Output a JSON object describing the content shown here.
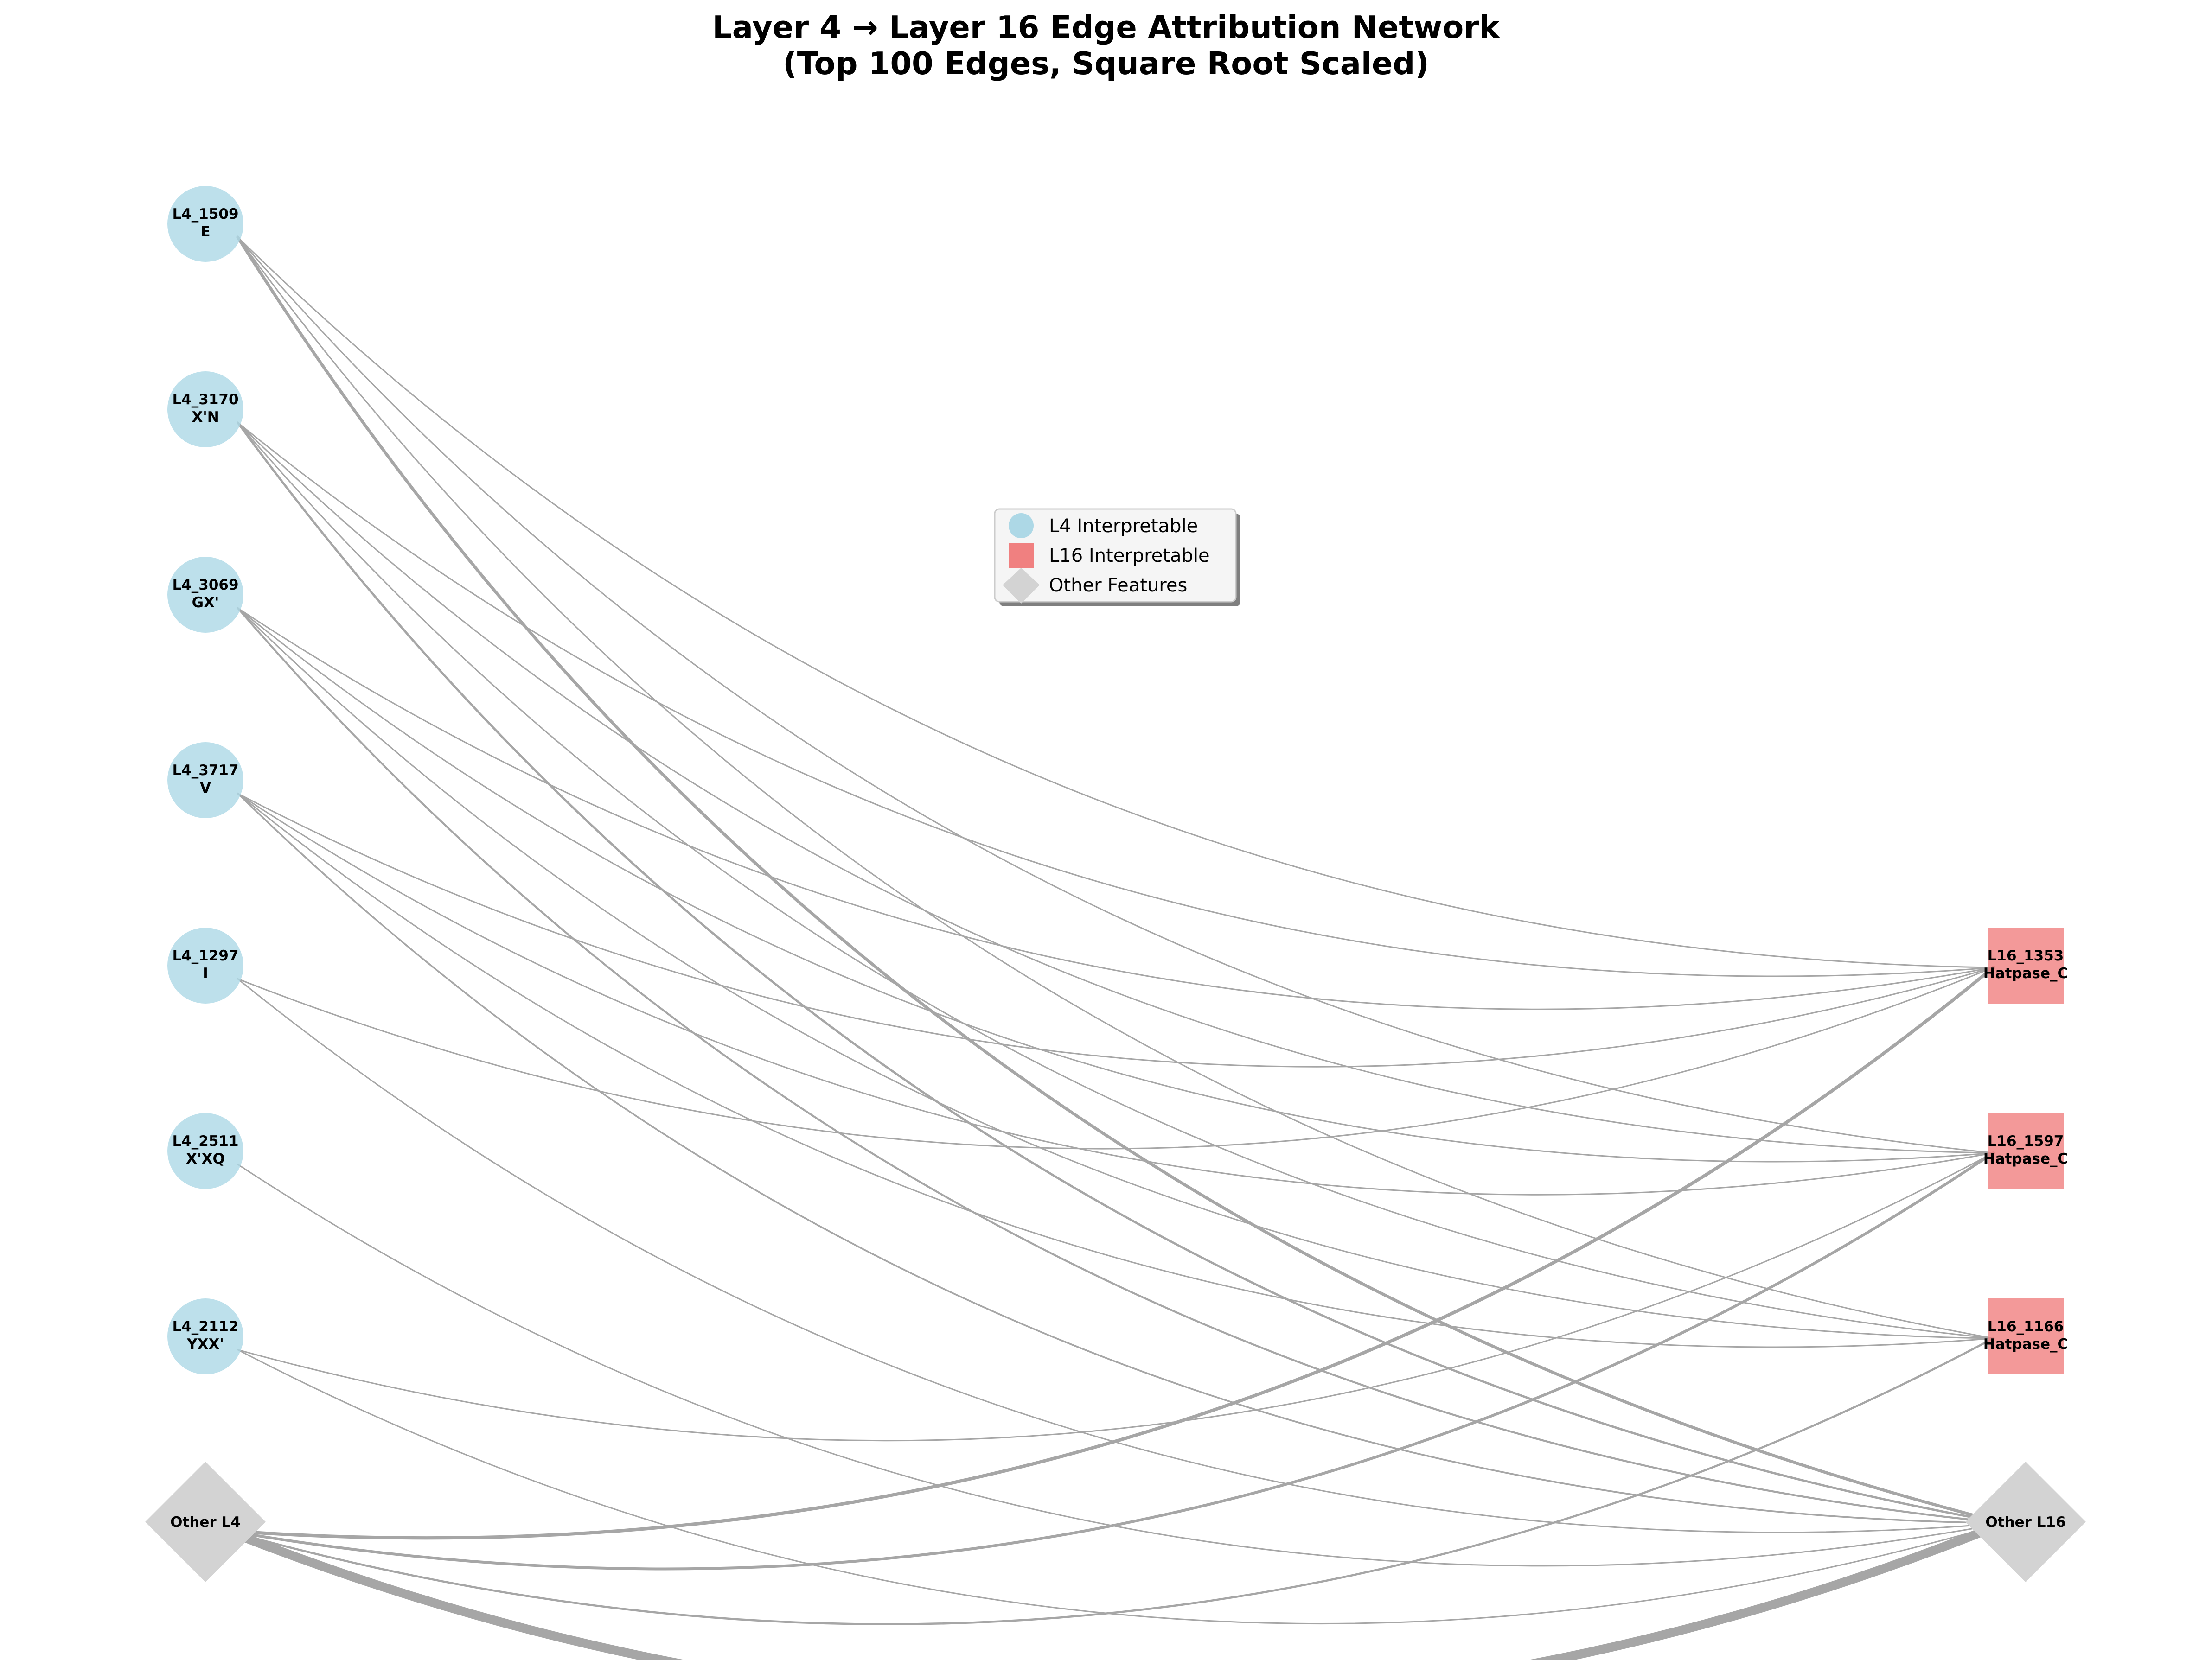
{
  "title": {
    "line1": "Layer 4 → Layer 16 Edge Attribution Network",
    "line2": "(Top 100 Edges, Square Root Scaled)"
  },
  "colors": {
    "l4_interpretable": "#add8e6",
    "l16_interpretable": "#f08080",
    "other": "#d3d3d3",
    "edge": "#a6a6a6"
  },
  "legend": {
    "items": [
      {
        "id": "l4",
        "label": "L4 Interpretable",
        "shape": "circle"
      },
      {
        "id": "l16",
        "label": "L16 Interpretable",
        "shape": "square"
      },
      {
        "id": "other",
        "label": "Other Features",
        "shape": "diamond"
      }
    ]
  },
  "source_nodes": [
    {
      "id": "L4_1509",
      "name": "L4_1509",
      "sub": "E",
      "type": "l4"
    },
    {
      "id": "L4_3170",
      "name": "L4_3170",
      "sub": "X'N",
      "type": "l4"
    },
    {
      "id": "L4_3069",
      "name": "L4_3069",
      "sub": "GX'",
      "type": "l4"
    },
    {
      "id": "L4_3717",
      "name": "L4_3717",
      "sub": "V",
      "type": "l4"
    },
    {
      "id": "L4_1297",
      "name": "L4_1297",
      "sub": "I",
      "type": "l4"
    },
    {
      "id": "L4_2511",
      "name": "L4_2511",
      "sub": "X'XQ",
      "type": "l4"
    },
    {
      "id": "L4_2112",
      "name": "L4_2112",
      "sub": "YXX'",
      "type": "l4"
    },
    {
      "id": "Other_L4",
      "name": "Other L4",
      "sub": "",
      "type": "other"
    }
  ],
  "target_nodes": [
    {
      "id": "L16_1353",
      "name": "L16_1353",
      "sub": "Hatpase_C",
      "type": "l16"
    },
    {
      "id": "L16_1597",
      "name": "L16_1597",
      "sub": "Hatpase_C",
      "type": "l16"
    },
    {
      "id": "L16_1166",
      "name": "L16_1166",
      "sub": "Hatpase_C",
      "type": "l16"
    },
    {
      "id": "Other_L16",
      "name": "Other L16",
      "sub": "",
      "type": "other"
    }
  ],
  "edges": [
    {
      "source": "L4_1509",
      "target": "L16_1353",
      "weight": 1.0
    },
    {
      "source": "L4_1509",
      "target": "L16_1597",
      "weight": 1.0
    },
    {
      "source": "L4_1509",
      "target": "L16_1166",
      "weight": 1.0
    },
    {
      "source": "L4_1509",
      "target": "Other_L16",
      "weight": 2.2
    },
    {
      "source": "L4_3170",
      "target": "L16_1353",
      "weight": 1.0
    },
    {
      "source": "L4_3170",
      "target": "L16_1597",
      "weight": 1.0
    },
    {
      "source": "L4_3170",
      "target": "L16_1166",
      "weight": 1.0
    },
    {
      "source": "L4_3170",
      "target": "Other_L16",
      "weight": 1.6
    },
    {
      "source": "L4_3069",
      "target": "L16_1353",
      "weight": 1.0
    },
    {
      "source": "L4_3069",
      "target": "L16_1597",
      "weight": 1.0
    },
    {
      "source": "L4_3069",
      "target": "L16_1166",
      "weight": 1.0
    },
    {
      "source": "L4_3069",
      "target": "Other_L16",
      "weight": 1.4
    },
    {
      "source": "L4_3717",
      "target": "L16_1353",
      "weight": 1.0
    },
    {
      "source": "L4_3717",
      "target": "L16_1597",
      "weight": 1.0
    },
    {
      "source": "L4_3717",
      "target": "L16_1166",
      "weight": 1.0
    },
    {
      "source": "L4_3717",
      "target": "Other_L16",
      "weight": 1.2
    },
    {
      "source": "L4_1297",
      "target": "L16_1353",
      "weight": 1.0
    },
    {
      "source": "L4_1297",
      "target": "Other_L16",
      "weight": 1.0
    },
    {
      "source": "L4_2511",
      "target": "Other_L16",
      "weight": 1.0
    },
    {
      "source": "L4_2112",
      "target": "L16_1597",
      "weight": 1.0
    },
    {
      "source": "L4_2112",
      "target": "Other_L16",
      "weight": 1.0
    },
    {
      "source": "Other_L4",
      "target": "L16_1353",
      "weight": 2.4
    },
    {
      "source": "Other_L4",
      "target": "L16_1597",
      "weight": 2.0
    },
    {
      "source": "Other_L4",
      "target": "L16_1166",
      "weight": 1.5
    },
    {
      "source": "Other_L4",
      "target": "Other_L16",
      "weight": 6.5
    }
  ]
}
